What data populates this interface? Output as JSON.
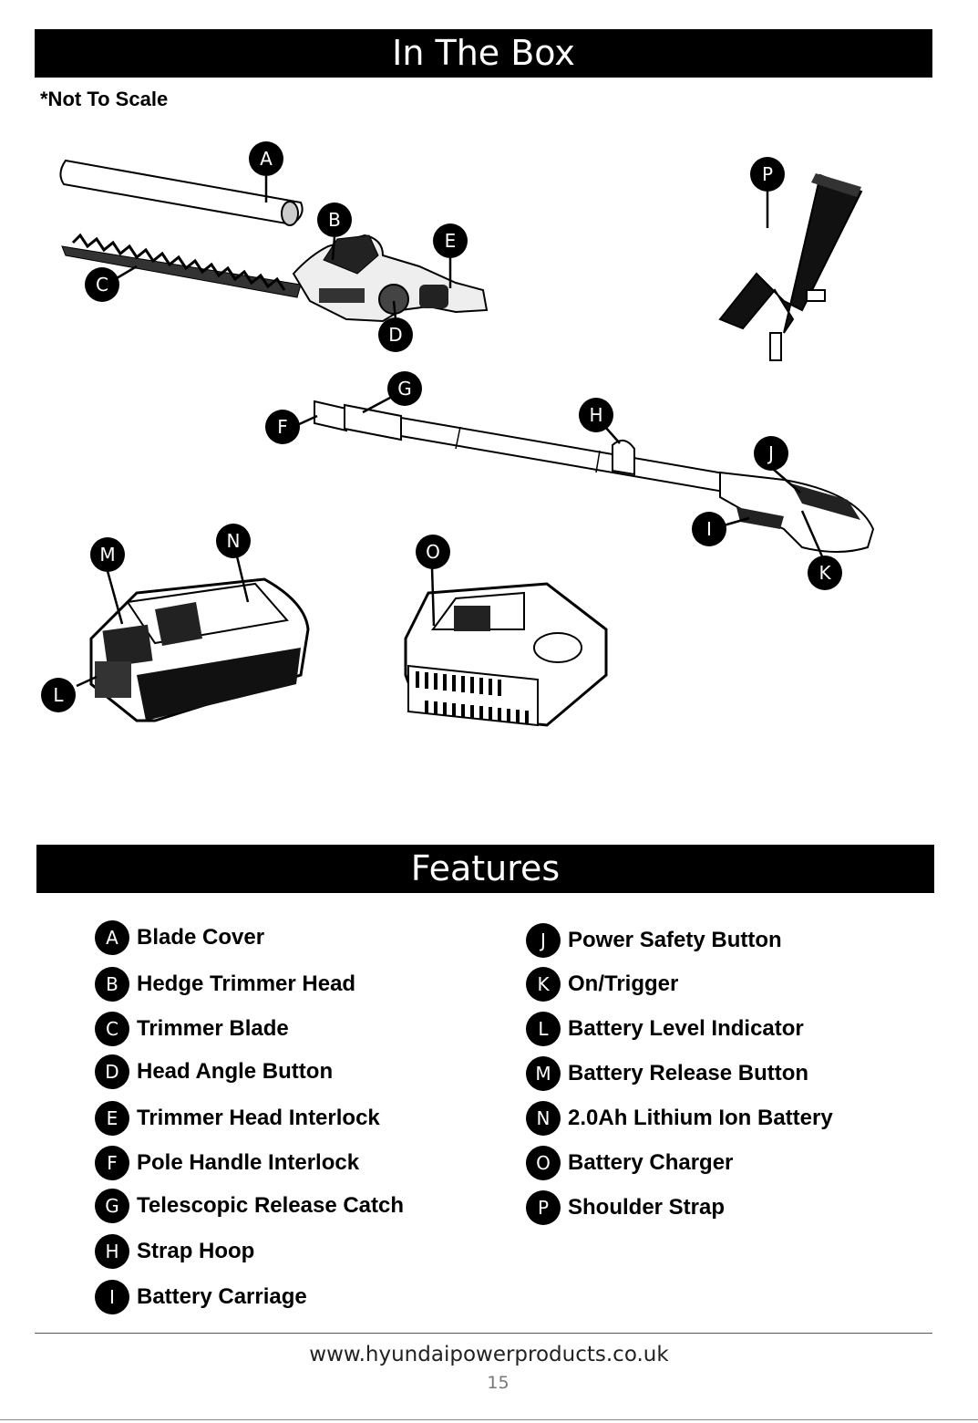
{
  "sections": {
    "in_the_box_title": "In The Box",
    "scale_note": "*Not To Scale",
    "features_title": "Features"
  },
  "callouts": [
    "A",
    "B",
    "C",
    "D",
    "E",
    "F",
    "G",
    "H",
    "I",
    "J",
    "K",
    "L",
    "M",
    "N",
    "O",
    "P"
  ],
  "features": [
    {
      "letter": "A",
      "label": "Blade Cover"
    },
    {
      "letter": "B",
      "label": "Hedge Trimmer Head"
    },
    {
      "letter": "C",
      "label": "Trimmer Blade"
    },
    {
      "letter": "D",
      "label": "Head Angle Button"
    },
    {
      "letter": "E",
      "label": "Trimmer Head Interlock"
    },
    {
      "letter": "F",
      "label": "Pole Handle Interlock"
    },
    {
      "letter": "G",
      "label": "Telescopic Release Catch"
    },
    {
      "letter": "H",
      "label": "Strap Hoop"
    },
    {
      "letter": "I",
      "label": "Battery Carriage"
    },
    {
      "letter": "J",
      "label": "Power Safety Button"
    },
    {
      "letter": "K",
      "label": "On/Trigger"
    },
    {
      "letter": "L",
      "label": "Battery Level Indicator"
    },
    {
      "letter": "M",
      "label": "Battery Release Button"
    },
    {
      "letter": "N",
      "label": "2.0Ah Lithium Ion Battery"
    },
    {
      "letter": "O",
      "label": "Battery Charger"
    },
    {
      "letter": "P",
      "label": "Shoulder Strap"
    }
  ],
  "footer": {
    "website": "www.hyundaipowerproducts.co.uk",
    "page_number": "15"
  }
}
